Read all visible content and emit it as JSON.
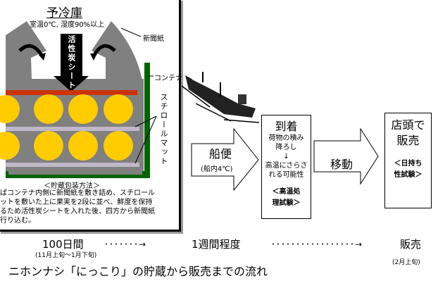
{
  "storage": {
    "title": "予冷庫",
    "conditions": "室温0℃, 湿度90%以上",
    "charcoal_sheet": "活性炭シート",
    "newspaper": "新聞紙",
    "container": "コンテナ",
    "styrofoam_mat": "スチロールマット",
    "method_heading": "＜貯蔵包装方法＞",
    "method_text": [
      "ぱコンテナ内側に新聞紙を敷き詰め、スチロール",
      "ットを敷いた上に果実を2段に並べ、鮮度を保持",
      "るため活性炭シートを入れた後、四方から新聞紙",
      "行り込む。"
    ]
  },
  "flow": {
    "ship_label": "船便",
    "ship_note": "(船内4℃)",
    "arrival_title": "到着",
    "arrival_lines": [
      "荷物の積み",
      "降ろし",
      "↓",
      "高温にさらさ",
      "れる可能性"
    ],
    "arrival_test": [
      "＜高温処",
      "理試験＞"
    ],
    "move_label": "移動",
    "store_title": [
      "店頭で",
      "販売"
    ],
    "store_test": [
      "＜日持ち",
      "性試験＞"
    ]
  },
  "timeline": {
    "storage_days": "100日間",
    "storage_period": "(11月上旬～1月下旬)",
    "dots1": "･･･････→",
    "transit": "1週間程度",
    "dots2": "･････････････････→",
    "sale": "販売",
    "sale_period": "(2月上旬)"
  },
  "caption": "ニホンナシ「にっこり」の貯蔵から販売までの流れ",
  "colors": {
    "gray": "#808080",
    "green": "#006400",
    "red": "#cc3300",
    "fruit": "#ffcc00",
    "mat": "#c0b8c8"
  }
}
